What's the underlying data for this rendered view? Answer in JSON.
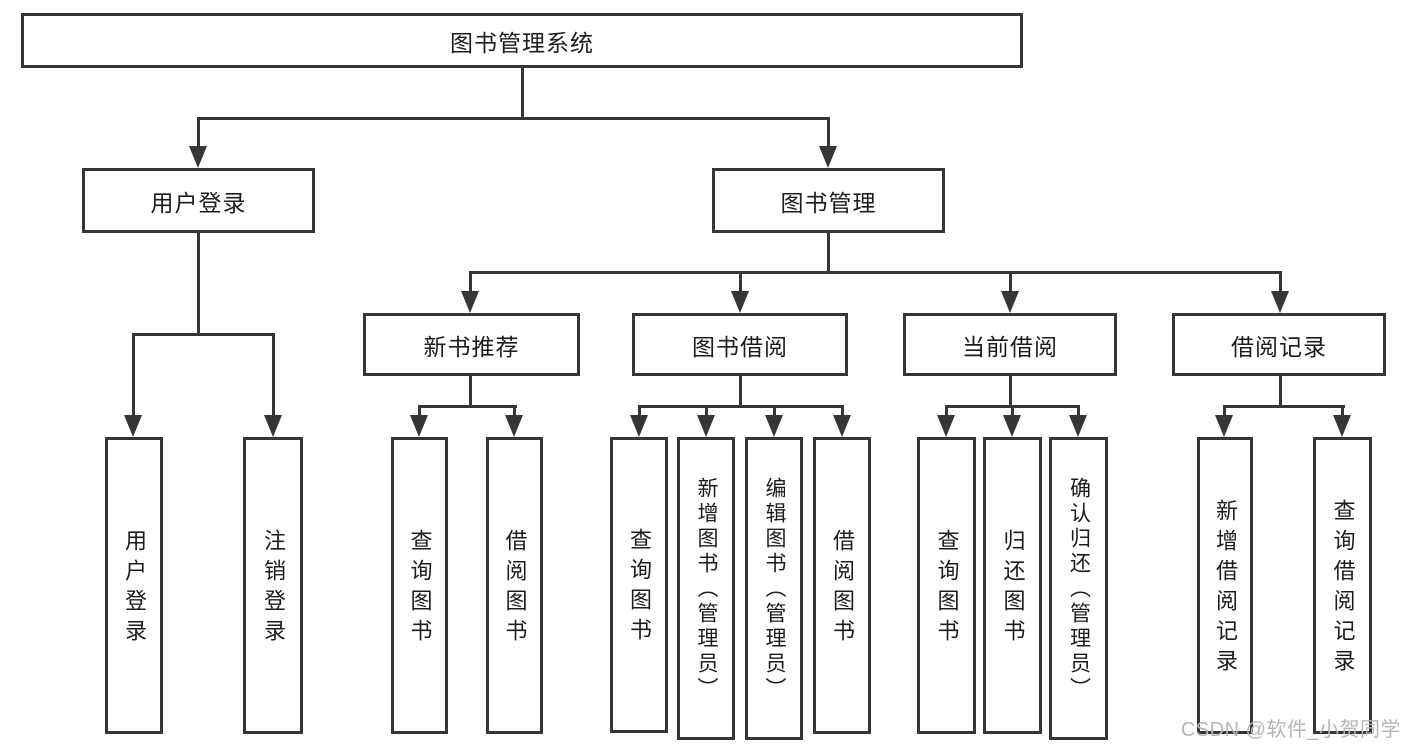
{
  "nodes": {
    "root": "图书管理系统",
    "level2": [
      "用户登录",
      "图书管理"
    ],
    "level3": [
      "新书推荐",
      "图书借阅",
      "当前借阅",
      "借阅记录"
    ],
    "leaves_user": [
      "用户登录",
      "注销登录"
    ],
    "leaves_new_book": [
      "查询图书",
      "借阅图书"
    ],
    "leaves_borrow": [
      "查询图书",
      "新增图书（管理员）",
      "编辑图书（管理员）",
      "借阅图书"
    ],
    "leaves_current": [
      "查询图书",
      "归还图书",
      "确认归还（管理员）"
    ],
    "leaves_record": [
      "新增借阅记录",
      "查询借阅记录"
    ]
  },
  "watermark": "CSDN @软件_小贺同学",
  "colors": {
    "line": "#363636",
    "text": "#1c1c1c",
    "watermark_text": "#b6b6b6",
    "background": "#ffffff"
  }
}
